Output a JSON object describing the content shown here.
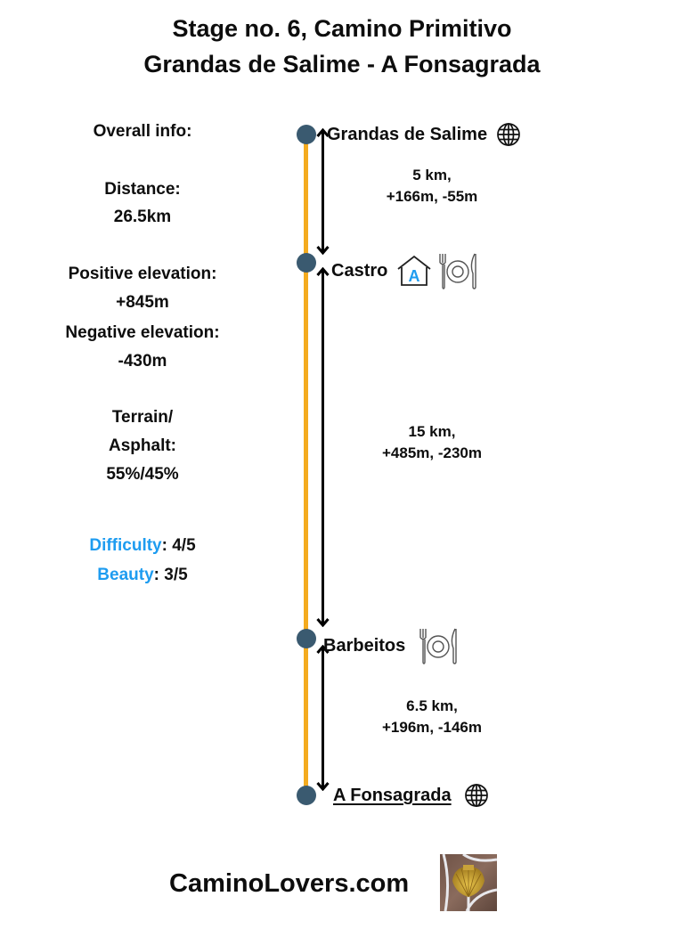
{
  "header": {
    "title_line1": "Stage no. 6, Camino Primitivo",
    "title_line2": "Grandas de Salime - A Fonsagrada"
  },
  "overall_info": {
    "heading": "Overall info:",
    "distance_label": "Distance:",
    "distance_value": "26.5km",
    "positive_elevation_label": "Positive elevation:",
    "positive_elevation_value": "+845m",
    "negative_elevation_label": "Negative elevation:",
    "negative_elevation_value": "-430m",
    "terrain_label_line1": "Terrain/",
    "terrain_label_line2": "Asphalt:",
    "terrain_value": "55%/45%",
    "difficulty_label": "Difficulty",
    "difficulty_value": ": 4/5",
    "beauty_label": "Beauty",
    "beauty_value": ": 3/5"
  },
  "timeline": {
    "colors": {
      "rail": "#f4ab1f",
      "dot": "#3a5a70",
      "label_blue": "#1e9cf0",
      "heading_orange": "#f7a817"
    },
    "stops": [
      {
        "name": "Grandas de Salime",
        "icons": [
          "globe-icon"
        ]
      },
      {
        "name": "Castro",
        "icons": [
          "albergue-house-icon",
          "restaurant-plate-icon"
        ]
      },
      {
        "name": "Barbeitos",
        "icons": [
          "restaurant-plate-icon"
        ]
      },
      {
        "name": "A Fonsagrada",
        "icons": [
          "globe-icon"
        ]
      }
    ],
    "segments": [
      {
        "distance": "5 km,",
        "elevation": "+166m, -55m"
      },
      {
        "distance": "15 km,",
        "elevation": "+485m, -230m"
      },
      {
        "distance": "6.5 km,",
        "elevation": "+196m, -146m"
      }
    ],
    "albergue_letter": "A"
  },
  "footer": {
    "site": "CaminoLovers.com",
    "logo_icon": "scallop-shell-photo"
  }
}
